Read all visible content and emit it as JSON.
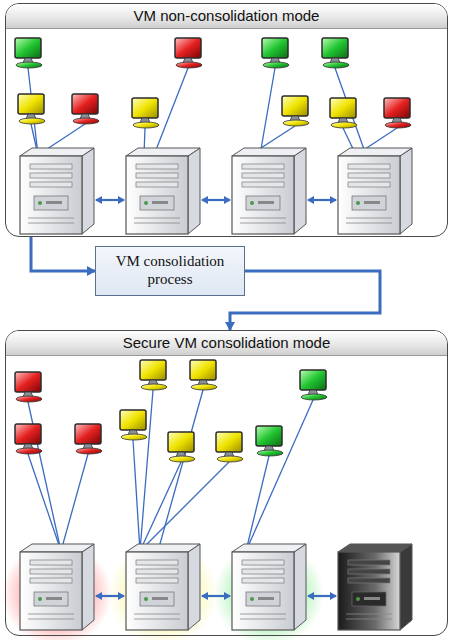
{
  "diagram": {
    "nodes": [
      {
        "text": [
          "VM non-consolidation mode"
        ]
      },
      {
        "text": [
          "VM consolidation process"
        ]
      },
      {
        "text": [
          "Secure VM consolidation mode"
        ]
      }
    ],
    "edges": [
      {
        "from": 0,
        "to": 1,
        "arrow": "to"
      },
      {
        "from": 1,
        "to": 2,
        "arrow": "to"
      }
    ]
  }
}
